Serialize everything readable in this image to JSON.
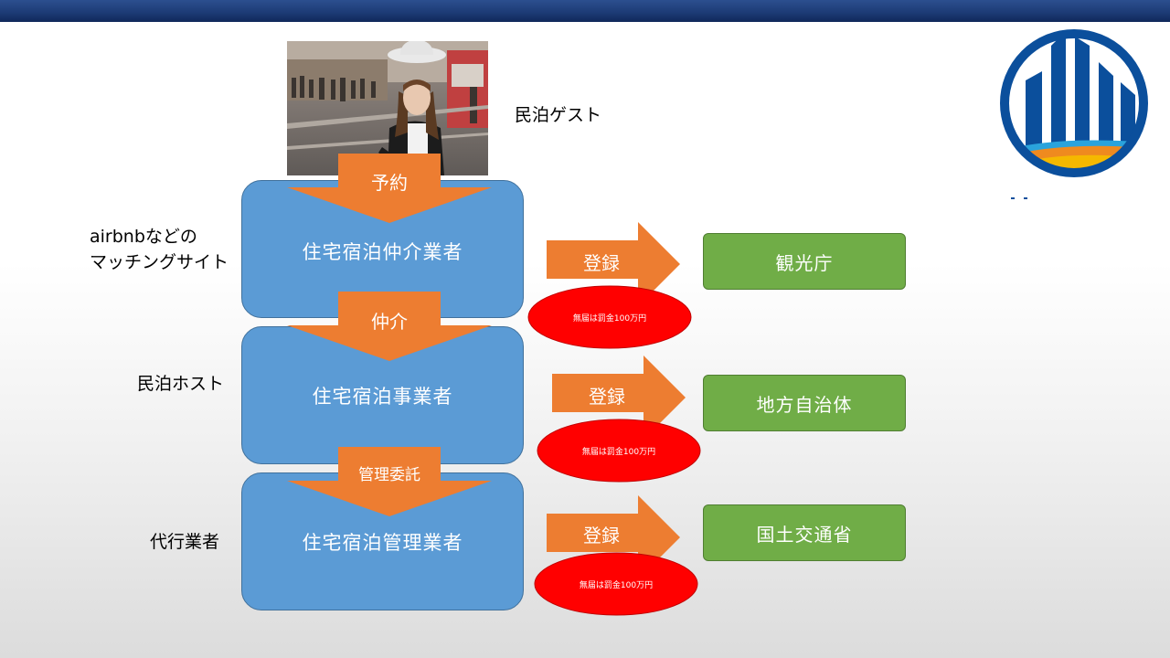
{
  "labels": {
    "guest": "民泊ゲスト",
    "matching_line1": "airbnbなどの",
    "matching_line2": "マッチングサイト",
    "host": "民泊ホスト",
    "agent": "代行業者"
  },
  "boxes": {
    "broker": "住宅宿泊仲介業者",
    "business": "住宅宿泊事業者",
    "manager": "住宅宿泊管理業者"
  },
  "down_arrows": {
    "reserve": "予約",
    "mediate": "仲介",
    "entrust": "管理委託"
  },
  "register_arrows": {
    "label": "登録"
  },
  "penalty": {
    "text": "無届は罰金100万円"
  },
  "authorities": {
    "tourism": "観光庁",
    "local": "地方自治体",
    "mlit": "国土交通省"
  },
  "colors": {
    "header": "#1c3a74",
    "box_blue": "#5b9bd5",
    "arrow_orange": "#ed7d31",
    "authority_green": "#70ad47",
    "penalty_red": "#ff0000",
    "logo_blue": "#0b4f9c",
    "logo_yellow": "#f5b800"
  }
}
